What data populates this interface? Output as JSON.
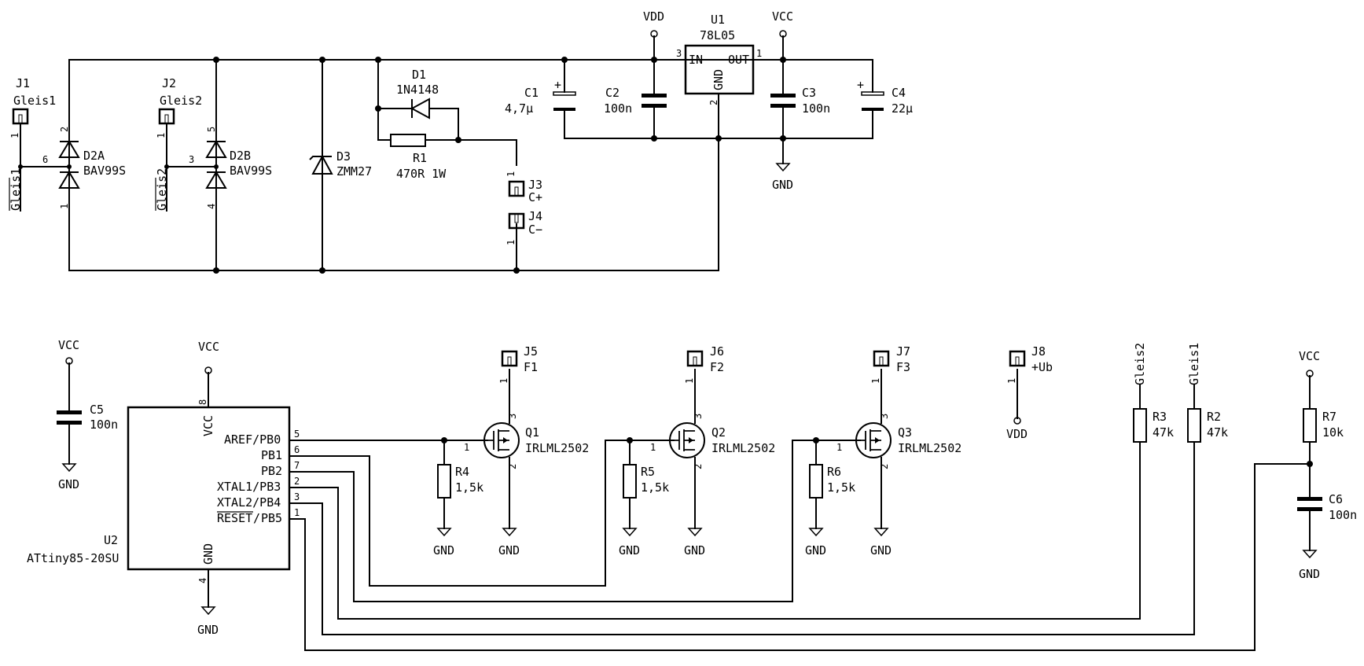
{
  "power_labels": {
    "vdd": "VDD",
    "vcc": "VCC",
    "gnd": "GND"
  },
  "nets": {
    "gleis1": "Gleis1",
    "gleis2": "Gleis2"
  },
  "pin_numbers": {
    "p1": "1",
    "p2": "2",
    "p3": "3",
    "p4": "4",
    "p5": "5",
    "p6": "6",
    "p7": "7",
    "p8": "8"
  },
  "J1": {
    "ref": "J1",
    "value": "Gleis1"
  },
  "J2": {
    "ref": "J2",
    "value": "Gleis2"
  },
  "D2A": {
    "ref": "D2A",
    "value": "BAV99S"
  },
  "D2B": {
    "ref": "D2B",
    "value": "BAV99S"
  },
  "D3": {
    "ref": "D3",
    "value": "ZMM27"
  },
  "D1": {
    "ref": "D1",
    "value": "1N4148"
  },
  "R1": {
    "ref": "R1",
    "value": "470R 1W"
  },
  "J3": {
    "ref": "J3",
    "value": "C+"
  },
  "J4": {
    "ref": "J4",
    "value": "C−"
  },
  "C1": {
    "ref": "C1",
    "value": "4,7µ"
  },
  "C2": {
    "ref": "C2",
    "value": "100n"
  },
  "U1": {
    "ref": "U1",
    "value": "78L05",
    "pin_in": "IN",
    "pin_out": "OUT",
    "pin_gnd": "GND"
  },
  "C3": {
    "ref": "C3",
    "value": "100n"
  },
  "C4": {
    "ref": "C4",
    "value": "22µ"
  },
  "C5": {
    "ref": "C5",
    "value": "100n"
  },
  "U2": {
    "ref": "U2",
    "value": "ATtiny85-20SU",
    "pin_vcc": "VCC",
    "pin_gnd": "GND",
    "pins": [
      "AREF/PB0",
      "PB1",
      "PB2",
      "XTAL1/PB3",
      "XTAL2/PB4",
      "PB5"
    ],
    "reset_bar": "RESET"
  },
  "J5": {
    "ref": "J5",
    "value": "F1"
  },
  "J6": {
    "ref": "J6",
    "value": "F2"
  },
  "J7": {
    "ref": "J7",
    "value": "F3"
  },
  "J8": {
    "ref": "J8",
    "value": "+Ub"
  },
  "Q1": {
    "ref": "Q1",
    "value": "IRLML2502"
  },
  "Q2": {
    "ref": "Q2",
    "value": "IRLML2502"
  },
  "Q3": {
    "ref": "Q3",
    "value": "IRLML2502"
  },
  "R4": {
    "ref": "R4",
    "value": "1,5k"
  },
  "R5": {
    "ref": "R5",
    "value": "1,5k"
  },
  "R6": {
    "ref": "R6",
    "value": "1,5k"
  },
  "R3": {
    "ref": "R3",
    "value": "47k"
  },
  "R2": {
    "ref": "R2",
    "value": "47k"
  },
  "R7": {
    "ref": "R7",
    "value": "10k"
  },
  "C6": {
    "ref": "C6",
    "value": "100n"
  }
}
